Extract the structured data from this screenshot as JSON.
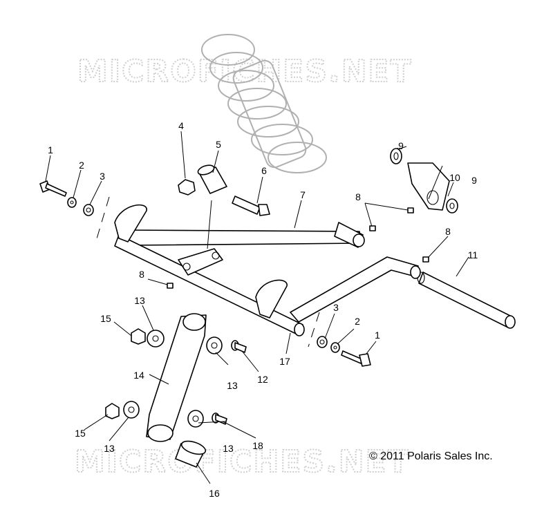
{
  "watermark": {
    "top": "MICROFICHES.NET",
    "bottom": "MICROFICHES.NET"
  },
  "copyright": "© 2011 Polaris Sales Inc.",
  "callouts": {
    "c1a": "1",
    "c2a": "2",
    "c3a": "3",
    "c4": "4",
    "c5": "5",
    "c6": "6",
    "c7": "7",
    "c8a": "8",
    "c8b": "8",
    "c8c": "8",
    "c9a": "9",
    "c9b": "9",
    "c10": "10",
    "c11": "11",
    "c12": "12",
    "c13a": "13",
    "c13b": "13",
    "c13c": "13",
    "c13d": "13",
    "c14": "14",
    "c15a": "15",
    "c15b": "15",
    "c16": "16",
    "c17": "17",
    "c18": "18",
    "c3b": "3",
    "c2b": "2",
    "c1b": "1"
  }
}
